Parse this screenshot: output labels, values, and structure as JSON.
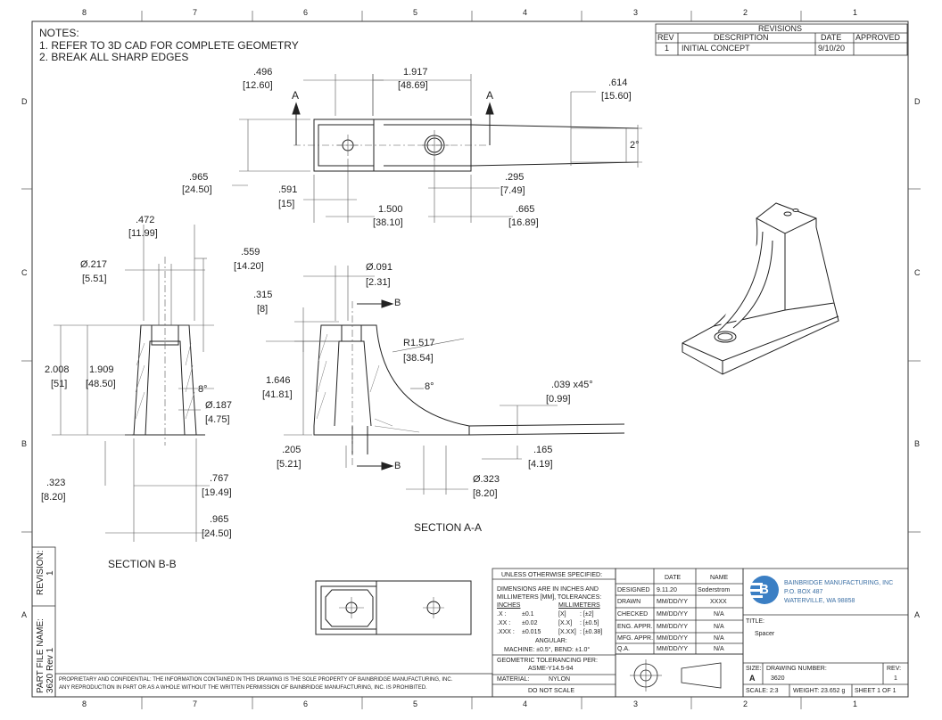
{
  "zones": {
    "top": [
      "8",
      "7",
      "6",
      "5",
      "4",
      "3",
      "2",
      "1"
    ],
    "bottom": [
      "8",
      "7",
      "6",
      "5",
      "4",
      "3",
      "2",
      "1"
    ],
    "left": [
      "D",
      "C",
      "B",
      "A"
    ],
    "right": [
      "D",
      "C",
      "B",
      "A"
    ]
  },
  "notes": {
    "heading": "NOTES:",
    "items": [
      "1.  REFER TO 3D CAD FOR COMPLETE GEOMETRY",
      "2.  BREAK ALL SHARP EDGES"
    ]
  },
  "revisions": {
    "title": "REVISIONS",
    "headers": [
      "REV",
      "DESCRIPTION",
      "DATE",
      "APPROVED"
    ],
    "row": [
      "1",
      "INITIAL CONCEPT",
      "9/10/20",
      ""
    ]
  },
  "top_view_dims": {
    "d496": [
      ".496",
      "[12.60]"
    ],
    "d1917": [
      "1.917",
      "[48.69]"
    ],
    "d614": [
      ".614",
      "[15.60]"
    ],
    "angle": "2°",
    "d965": [
      ".965",
      "[24.50]"
    ],
    "d591": [
      ".591",
      "[15]"
    ],
    "d1500": [
      "1.500",
      "[38.10]"
    ],
    "d295": [
      ".295",
      "[7.49]"
    ],
    "d665": [
      ".665",
      "[16.89]"
    ],
    "sectionMarkLeft": "A",
    "sectionMarkRight": "A"
  },
  "section_bb_dims": {
    "d472": [
      ".472",
      "[11.99]"
    ],
    "d217": [
      "Ø.217",
      "[5.51]"
    ],
    "d559": [
      ".559",
      "[14.20]"
    ],
    "d2008": [
      "2.008",
      "[51]"
    ],
    "d1909": [
      "1.909",
      "[48.50]"
    ],
    "angle": "8°",
    "d187": [
      "Ø.187",
      "[4.75]"
    ],
    "d323": [
      ".323",
      "[8.20]"
    ],
    "d767": [
      ".767",
      "[19.49]"
    ],
    "d965": [
      ".965",
      "[24.50]"
    ],
    "label": "SECTION B-B"
  },
  "section_aa_dims": {
    "d091": [
      "Ø.091",
      "[2.31]"
    ],
    "d315": [
      ".315",
      "[8]"
    ],
    "markB_top": "B",
    "markB_bottom": "B",
    "r1517": [
      "R1.517",
      "[38.54]"
    ],
    "d1646": [
      "1.646",
      "[41.81]"
    ],
    "angle": "8°",
    "chamfer": [
      ".039 x45°",
      "[0.99]"
    ],
    "d205": [
      ".205",
      "[5.21]"
    ],
    "d165": [
      ".165",
      "[4.19]"
    ],
    "d323": [
      "Ø.323",
      "[8.20]"
    ],
    "label": "SECTION A-A"
  },
  "sidebar": {
    "revision_label": "REVISION:",
    "revision_value": "1",
    "partfile_label": "PART FILE NAME:",
    "partfile_value": "3620 Rev 1"
  },
  "proprietary": {
    "line1": "PROPRIETARY AND CONFIDENTIAL: THE INFORMATION CONTAINED IN THIS DRAWING IS THE SOLE PROPERTY OF BAINBRIDGE MANUFACTURING, INC.",
    "line2": "ANY REPRODUCTION IN PART OR AS A WHOLE WITHOUT THE WRITTEN PERMISSION OF BAINBRIDGE MANUFACTURING, INC. IS PROHIBITED."
  },
  "tolerance_block": {
    "unless": "UNLESS OTHERWISE SPECIFIED:",
    "dims1": "DIMENSIONS ARE IN INCHES AND",
    "dims2": "MILLIMETERS [MM], TOLERANCES:",
    "inches": "INCHES",
    "mm": "MILLIMETERS",
    "rows": [
      [
        ".X :",
        "±0.1",
        "[X]",
        ": [±2]"
      ],
      [
        ".XX :",
        "±0.02",
        "[X.X]",
        ": [±0.5]"
      ],
      [
        ".XXX :",
        "±0.015",
        "[X.XX]",
        ": [±0.38]"
      ]
    ],
    "angular": "ANGULAR:",
    "machine": "MACHINE: ±0.5°, BEND: ±1.0°",
    "gdt1": "GEOMETRIC TOLERANCING PER:",
    "gdt2": "ASME-Y14.5-94",
    "material_label": "MATERIAL:",
    "material_value": "NYLON",
    "noscale": "DO NOT SCALE"
  },
  "approvals": {
    "date_header": "DATE",
    "name_header": "NAME",
    "rows": [
      [
        "DESIGNED",
        "9.11.20",
        "Soderstrom"
      ],
      [
        "DRAWN",
        "MM/DD/YY",
        "XXXX"
      ],
      [
        "CHECKED",
        "MM/DD/YY",
        "N/A"
      ],
      [
        "ENG. APPR.",
        "MM/DD/YY",
        "N/A"
      ],
      [
        "MFG. APPR.",
        "MM/DD/YY",
        "N/A"
      ],
      [
        "Q.A.",
        "MM/DD/YY",
        "N/A"
      ]
    ]
  },
  "company": {
    "name": "BAINBRIDGE MANUFACTURING, INC",
    "addr1": "P.O. BOX 487",
    "addr2": "WATERVILLE, WA 98858",
    "logo_letter": "B"
  },
  "title_block": {
    "title_label": "TITLE:",
    "title_value": "Spacer",
    "size_label": "SIZE:",
    "size_value": "A",
    "drawing_label": "DRAWING NUMBER:",
    "drawing_value": "3620",
    "rev_label": "REV:",
    "rev_value": "1",
    "scale": "SCALE: 2:3",
    "weight": "WEIGHT: 23.652 g",
    "sheet": "SHEET 1 OF 1"
  }
}
